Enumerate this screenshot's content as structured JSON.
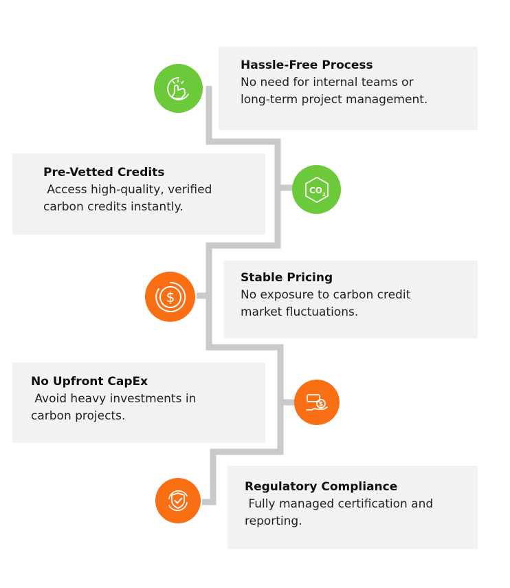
{
  "colors": {
    "green": "#6cc93a",
    "orange": "#fa6e14",
    "card_bg": "#f2f2f2",
    "connector": "#c9c9c9"
  },
  "steps": [
    {
      "title": "Hassle-Free Process",
      "desc": "No need for internal teams or\nlong-term project management.",
      "icon": "hand-pointer-icon",
      "color": "green"
    },
    {
      "title": "Pre-Vetted Credits",
      "desc": " Access high-quality, verified\ncarbon credits instantly.",
      "icon": "co2-icon",
      "color": "green",
      "icon_text": "CO",
      "icon_sub": "2"
    },
    {
      "title": "Stable Pricing",
      "desc": "No exposure to carbon credit\nmarket fluctuations.",
      "icon": "dollar-icon",
      "color": "orange",
      "icon_text": "$"
    },
    {
      "title": "No Upfront CapEx",
      "desc": " Avoid heavy investments in\ncarbon projects.",
      "icon": "money-hand-icon",
      "color": "orange",
      "icon_text": "$"
    },
    {
      "title": "Regulatory Compliance",
      "desc": " Fully managed certification and\nreporting.",
      "icon": "shield-check-icon",
      "color": "orange"
    }
  ]
}
